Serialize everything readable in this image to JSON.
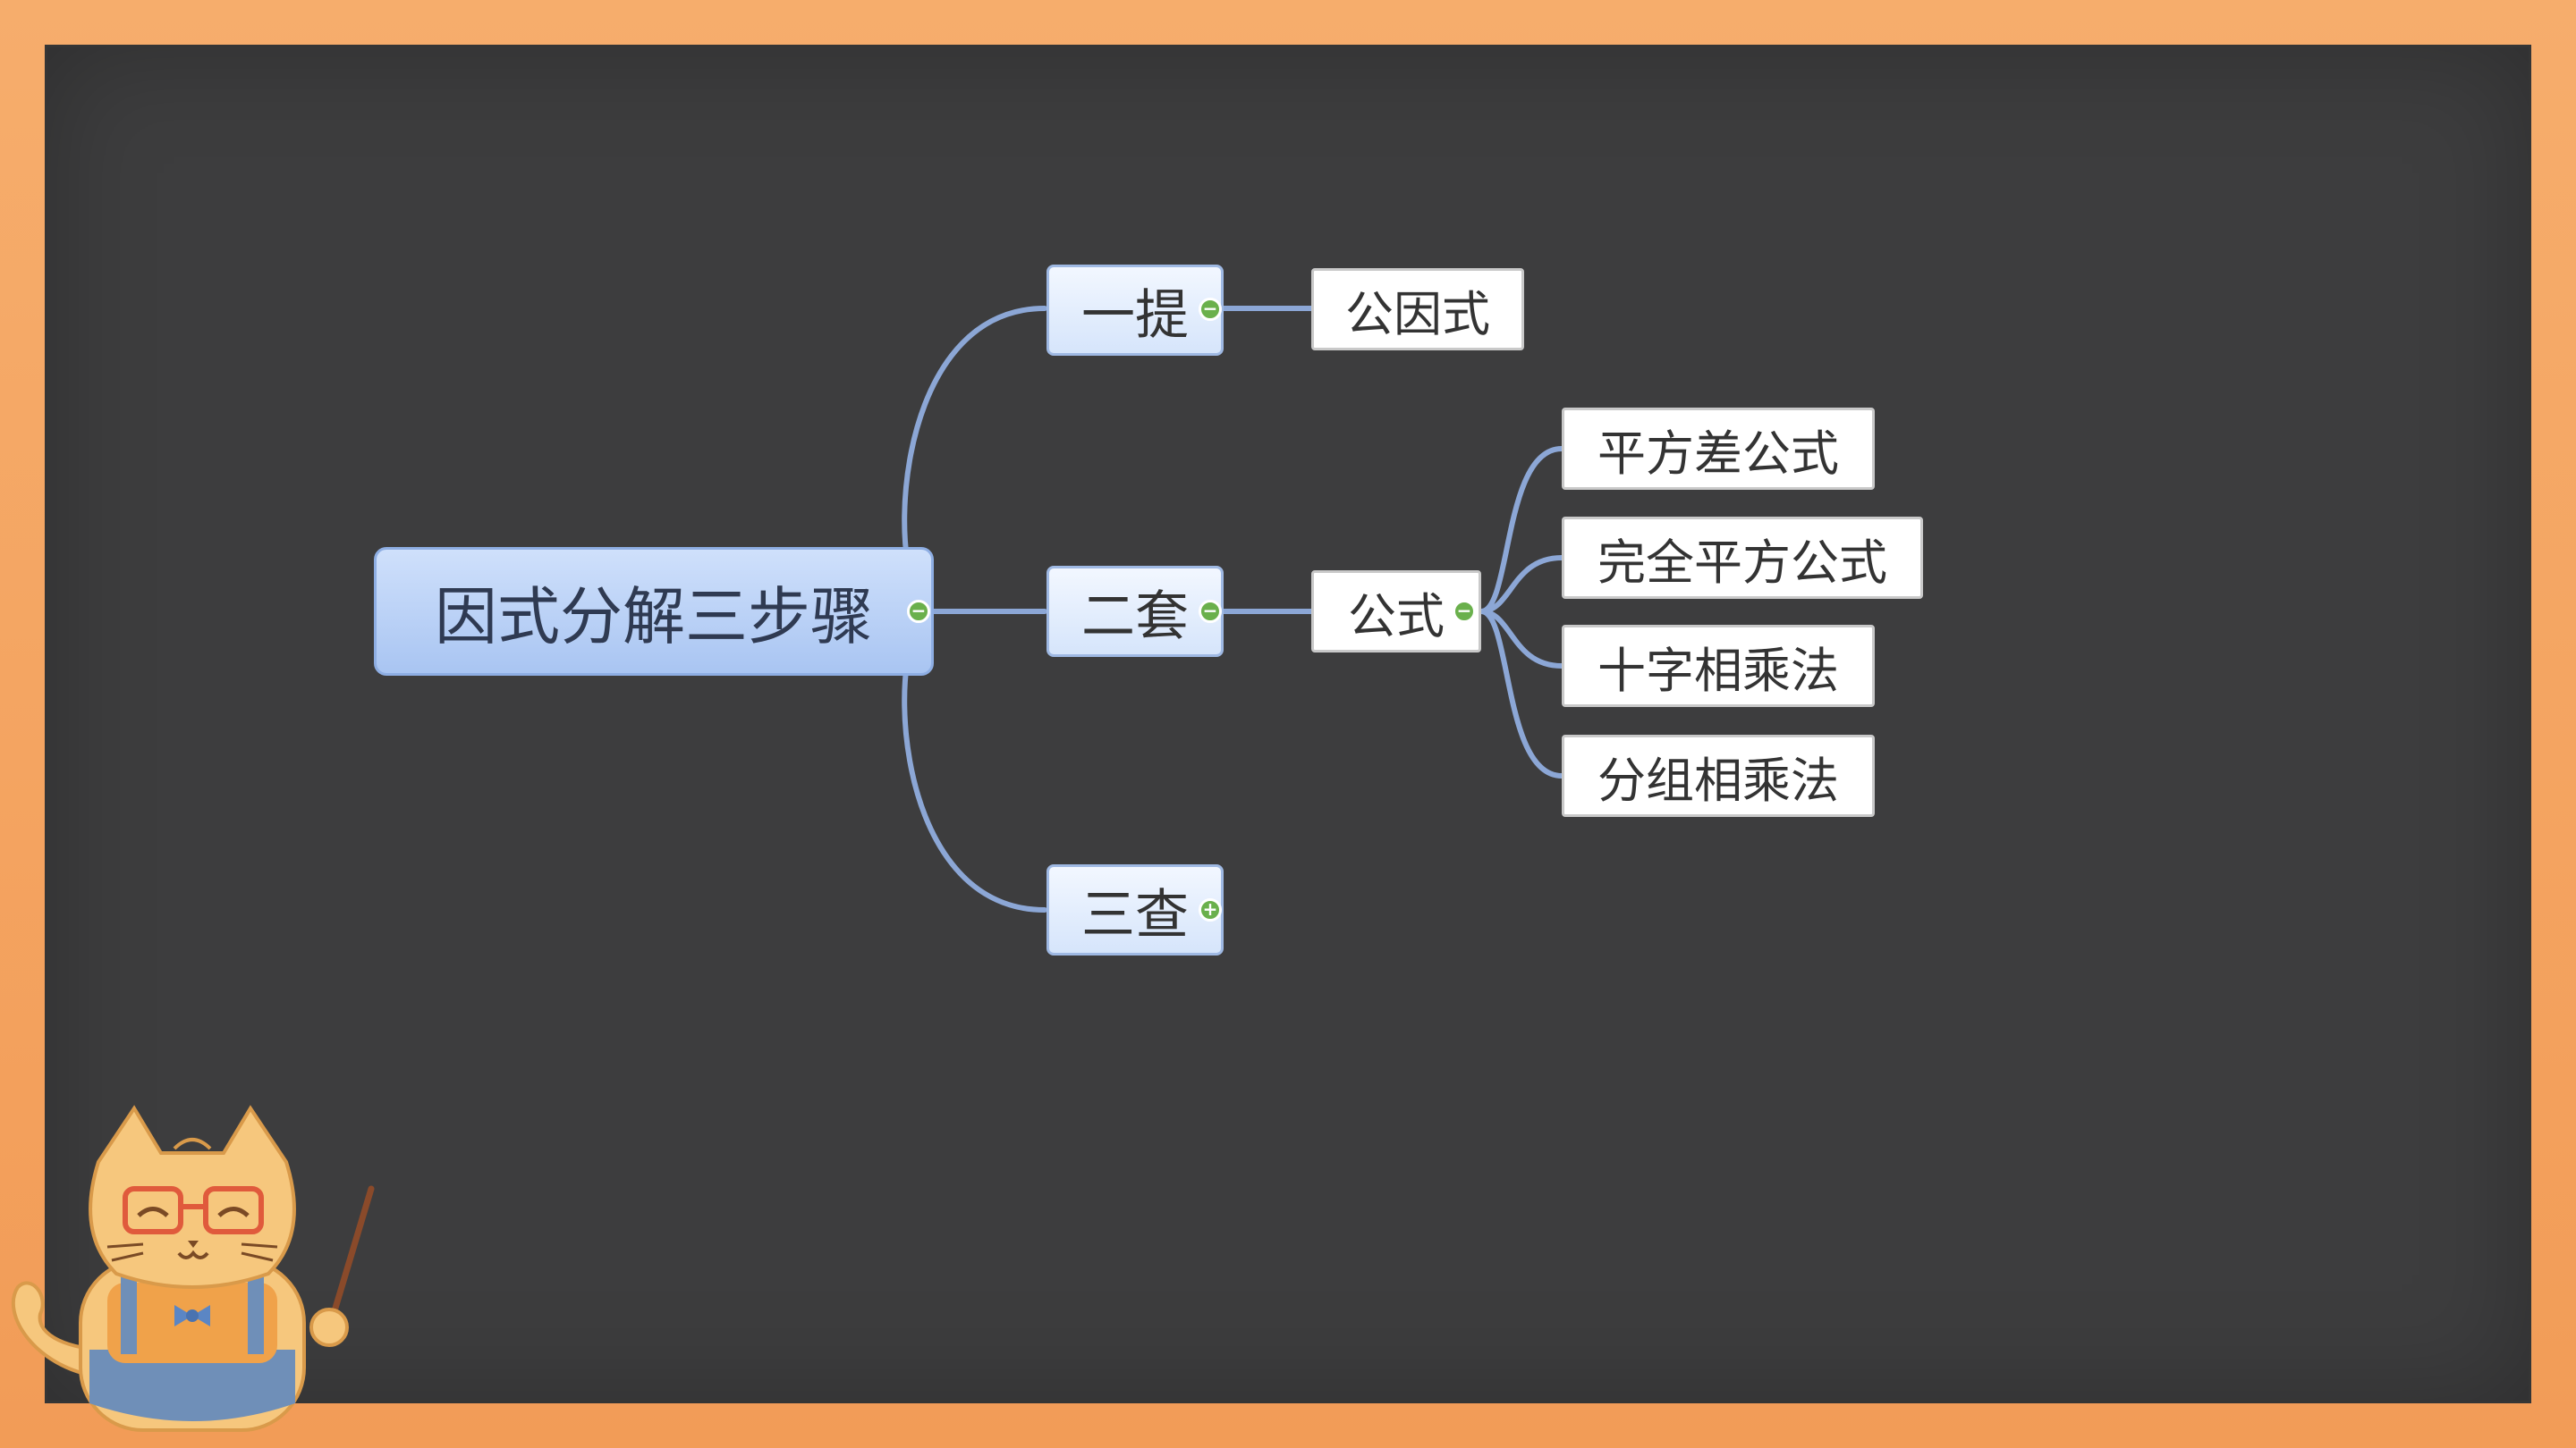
{
  "mindmap": {
    "root": {
      "label": "因式分解三步骤",
      "toggle": "−"
    },
    "branches": [
      {
        "label": "一提",
        "toggle": "−"
      },
      {
        "label": "二套",
        "toggle": "−"
      },
      {
        "label": "三查",
        "toggle": "+"
      }
    ],
    "subtopics": {
      "common_factor": "公因式",
      "formula": {
        "label": "公式",
        "toggle": "−"
      },
      "formula_items": [
        "平方差公式",
        "完全平方公式",
        "十字相乘法",
        "分组相乘法"
      ]
    }
  },
  "colors": {
    "frame": "#f4a462",
    "board": "#3d3d3e",
    "connector": "#8ca7d6",
    "root_fill": "#b9d0f6",
    "toggle": "#6ab04c"
  }
}
